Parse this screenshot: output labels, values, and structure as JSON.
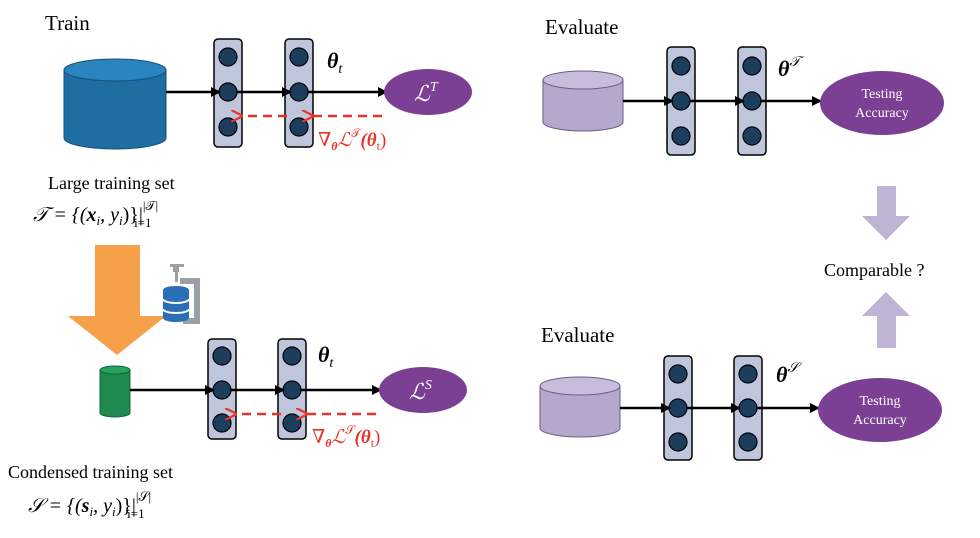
{
  "left": {
    "train_label": "Train",
    "large_set_label": "Large training set",
    "large_set_formula": {
      "lhs": "𝒯 = {(",
      "x": "x",
      "xi": "i",
      "sep": ", y",
      "yi": "i",
      "rhs": ")}|",
      "sup": "|𝒯|",
      "sub": "i=1"
    },
    "theta_top": {
      "main": "θ",
      "sub": "t"
    },
    "loss_top": {
      "main": "ℒ",
      "sup": "T"
    },
    "grad_top": {
      "nabla": "∇",
      "sub": "θ",
      "L": "ℒ",
      "sup": "𝒯",
      "arg": "(θ",
      "argsub": "t",
      "close": ")"
    },
    "condensed_set_label": "Condensed training set",
    "condensed_set_formula": {
      "lhs": "𝒮 = {(",
      "x": "s",
      "xi": "i",
      "sep": ", y",
      "yi": "i",
      "rhs": ")}|",
      "sup": "|𝒮|",
      "sub": "i=1"
    },
    "theta_bottom": {
      "main": "θ",
      "sub": "t"
    },
    "loss_bottom": {
      "main": "ℒ",
      "sup": "S"
    },
    "grad_bottom": {
      "nabla": "∇",
      "sub": "θ",
      "L": "ℒ",
      "sup": "𝒮",
      "arg": "(θ",
      "argsub": "t",
      "close": ")"
    }
  },
  "right": {
    "evaluate_top": "Evaluate",
    "evaluate_bottom": "Evaluate",
    "theta_T": {
      "main": "θ",
      "sup": "𝒯"
    },
    "theta_S": {
      "main": "θ",
      "sup": "𝒮"
    },
    "testing_top": [
      "Testing",
      "Accuracy"
    ],
    "testing_bottom": [
      "Testing",
      "Accuracy"
    ],
    "comparable": "Comparable ?"
  },
  "colors": {
    "db_blue": "#1f6ea3",
    "db_lavender": "#b6a7cc",
    "db_green": "#1e8a4f",
    "layer_fill": "#bfc6db",
    "node_fill": "#1c3e5c",
    "loss_purple": "#7b3f93",
    "grad_red": "#e8332a",
    "big_arrow_orange": "#f7a04a",
    "compare_arrow": "#c0b4d4",
    "compress_icon_blue": "#2a6fb5"
  }
}
